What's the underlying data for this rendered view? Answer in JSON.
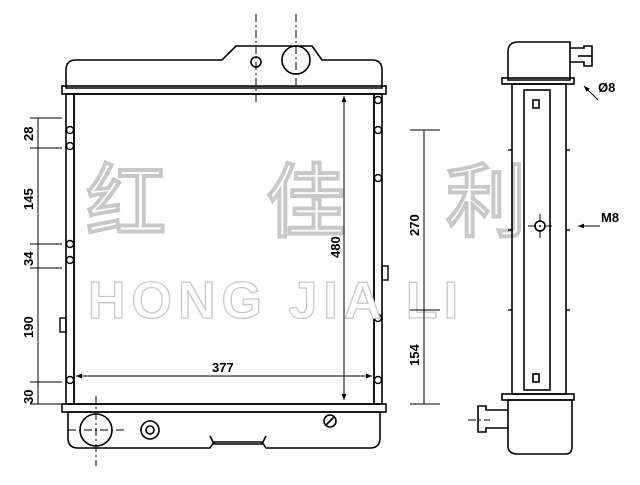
{
  "watermark": {
    "chinese": [
      "红",
      "佳",
      "利"
    ],
    "latin": "HONG JIA LI"
  },
  "dimensions": {
    "left_28": "28",
    "left_145": "145",
    "left_34": "34",
    "left_190": "190",
    "left_30": "30",
    "width_377": "377",
    "height_480": "480",
    "side_270": "270",
    "side_154": "154"
  },
  "callouts": {
    "diameter": "Ø8",
    "thread": "M8"
  }
}
